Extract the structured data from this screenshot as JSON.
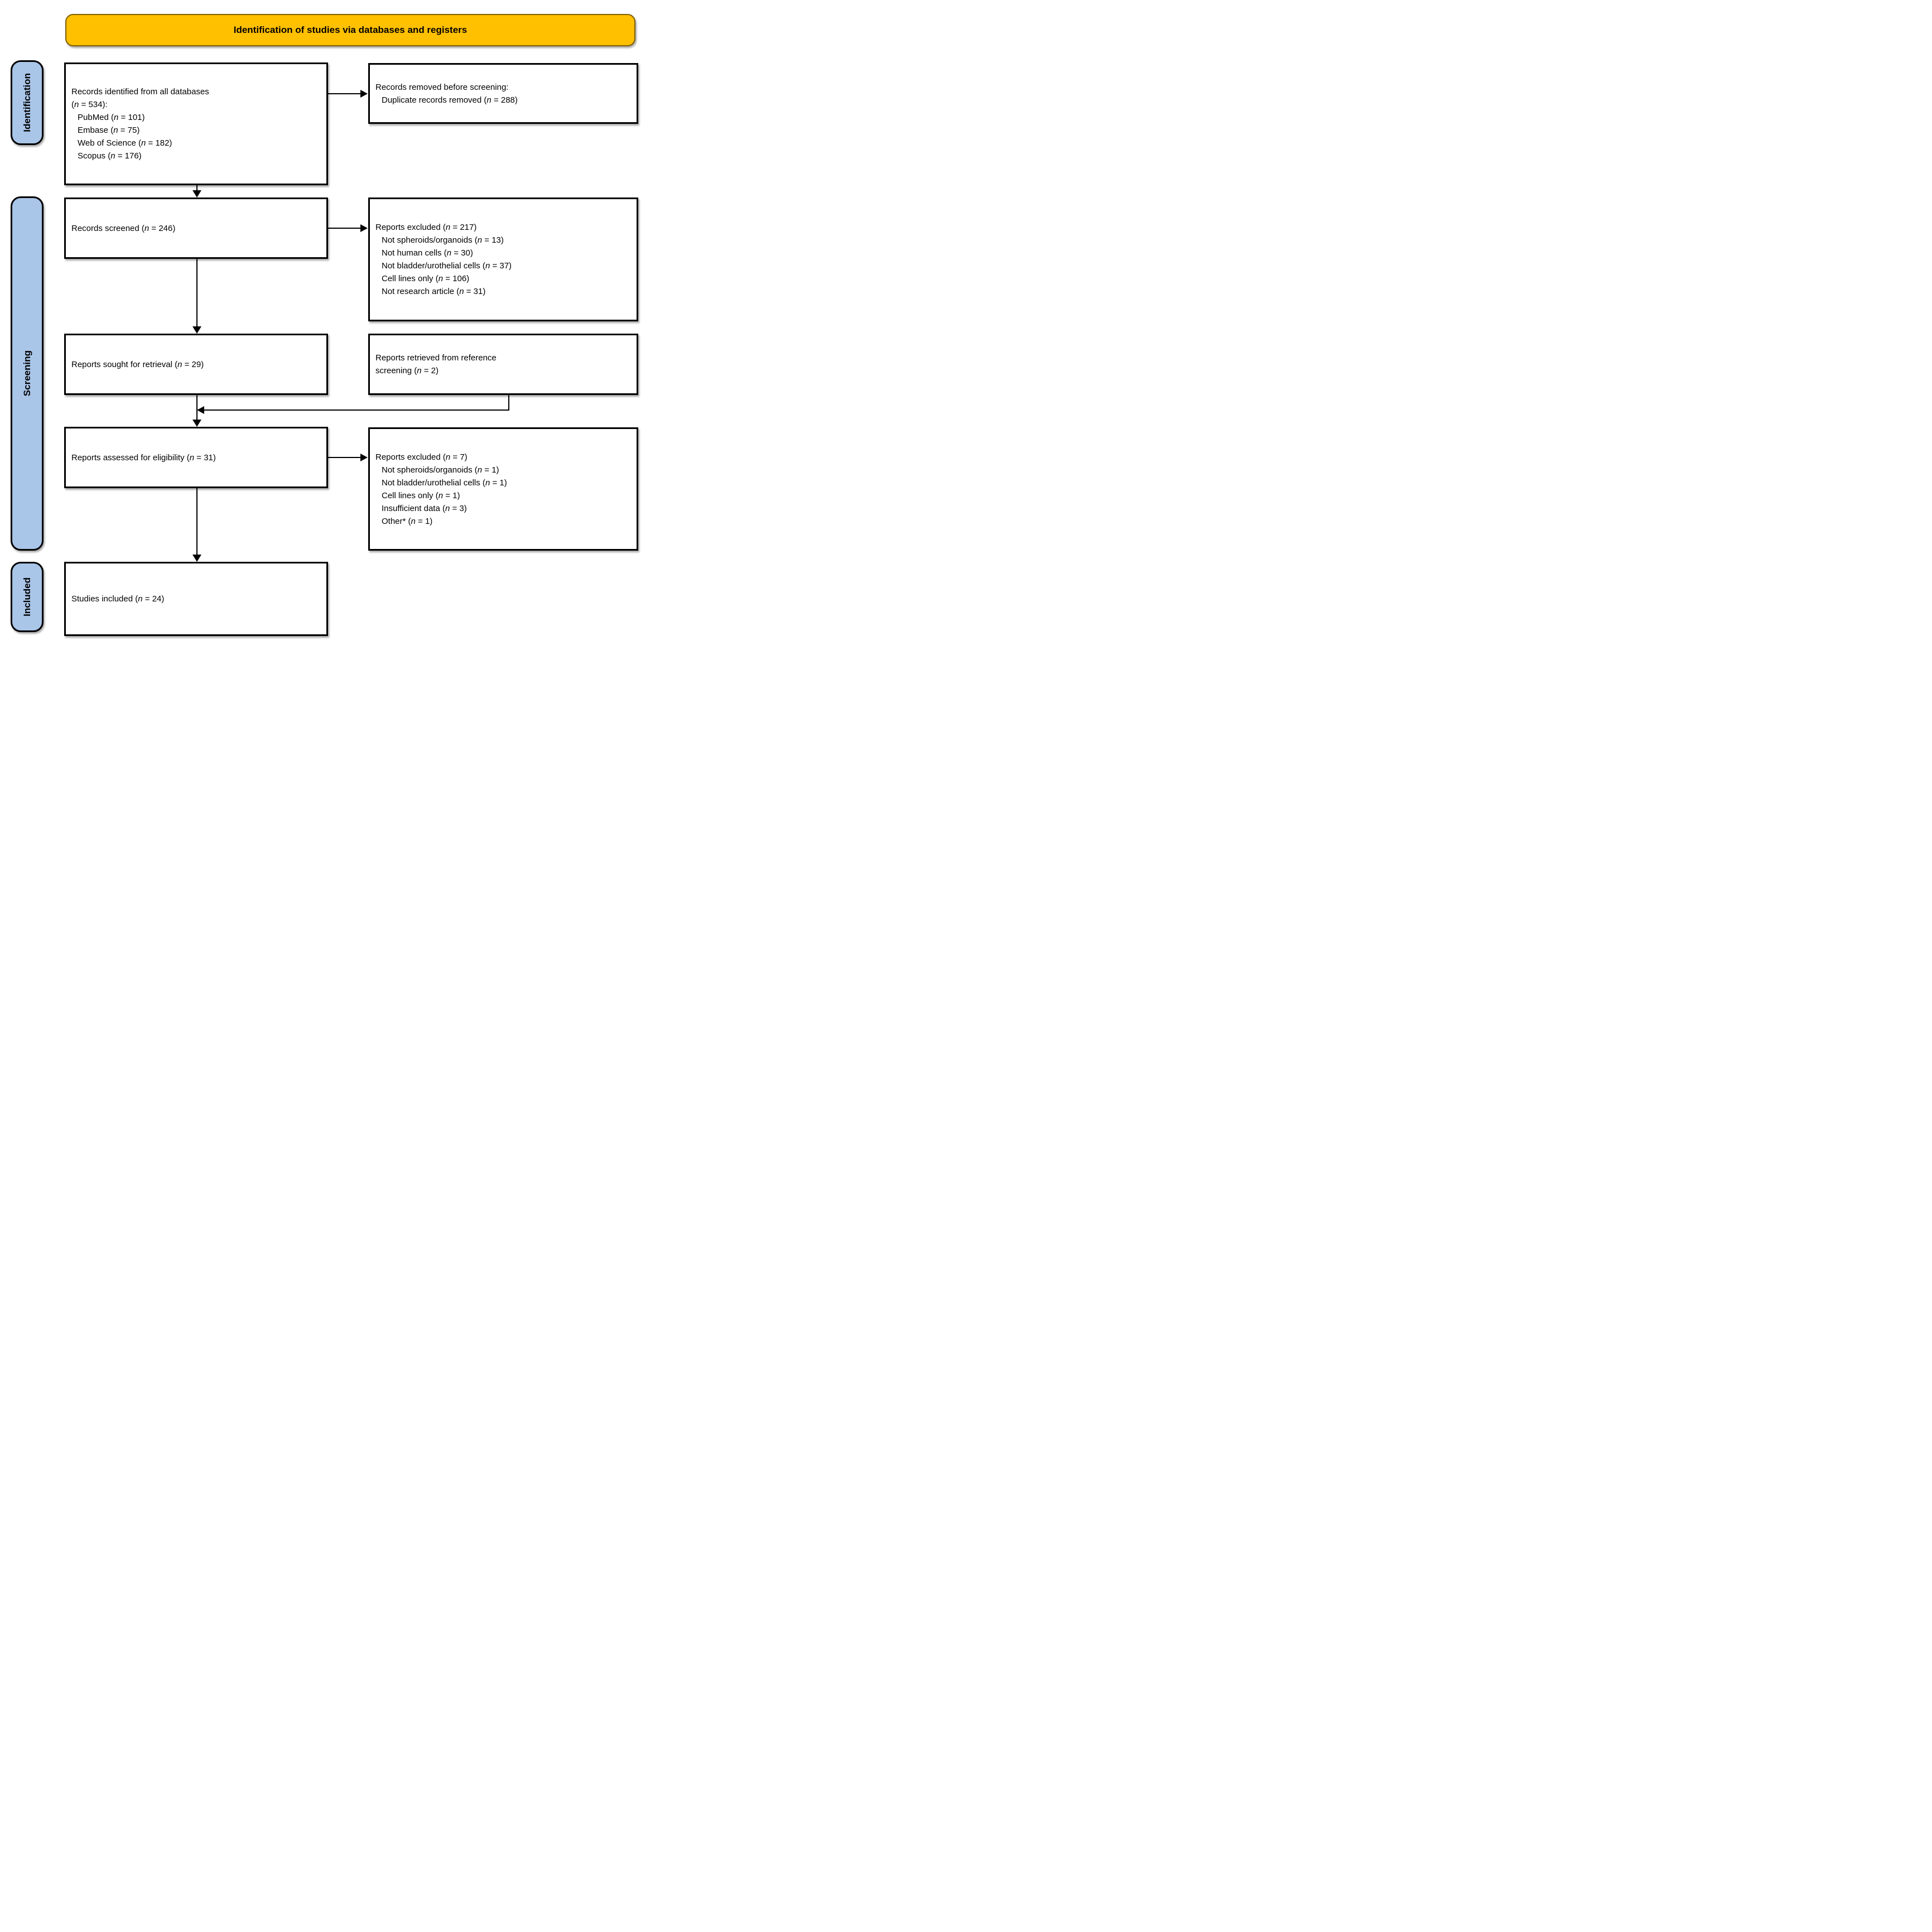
{
  "banner": {
    "title": "Identification of studies via databases and registers"
  },
  "sidebar": {
    "stages": [
      {
        "label": "Identification"
      },
      {
        "label": "Screening"
      },
      {
        "label": "Included"
      }
    ]
  },
  "boxes": {
    "records_identified": {
      "lines": [
        {
          "t": "Records identified from all databases"
        },
        {
          "t": "(n = 534):"
        },
        {
          "t": "PubMed (n = 101)",
          "ind": true
        },
        {
          "t": "Embase (n = 75)",
          "ind": true
        },
        {
          "t": "Web of Science (n = 182)",
          "ind": true
        },
        {
          "t": "Scopus (n = 176)",
          "ind": true
        }
      ]
    },
    "records_removed": {
      "lines": [
        {
          "t": "Records removed before screening:"
        },
        {
          "t": "Duplicate records removed (n = 288)",
          "ind": true
        }
      ]
    },
    "records_screened": {
      "lines": [
        {
          "t": "Records screened (n = 246)"
        }
      ]
    },
    "reports_excluded_screening": {
      "lines": [
        {
          "t": "Reports excluded (n = 217)"
        },
        {
          "t": "Not spheroids/organoids (n = 13)",
          "ind": true
        },
        {
          "t": "Not human cells (n = 30)",
          "ind": true
        },
        {
          "t": "Not bladder/urothelial cells (n = 37)",
          "ind": true
        },
        {
          "t": "Cell lines only (n = 106)",
          "ind": true
        },
        {
          "t": "Not research article (n = 31)",
          "ind": true
        }
      ]
    },
    "reports_sought": {
      "lines": [
        {
          "t": "Reports sought for retrieval (n = 29)"
        }
      ]
    },
    "reports_reference": {
      "lines": [
        {
          "t": "Reports retrieved from reference"
        },
        {
          "t": "screening (n = 2)"
        }
      ]
    },
    "reports_assessed": {
      "lines": [
        {
          "t": "Reports assessed for eligibility (n = 31)"
        }
      ]
    },
    "reports_excluded_eligibility": {
      "lines": [
        {
          "t": "Reports excluded (n = 7)"
        },
        {
          "t": "Not spheroids/organoids (n = 1)",
          "ind": true
        },
        {
          "t": "Not bladder/urothelial cells (n = 1)",
          "ind": true
        },
        {
          "t": "Cell lines only (n = 1)",
          "ind": true
        },
        {
          "t": "Insufficient data (n = 3)",
          "ind": true
        },
        {
          "t": "Other* (n = 1)",
          "ind": true
        }
      ]
    },
    "studies_included": {
      "lines": [
        {
          "t": "Studies included (n = 24)"
        }
      ]
    }
  },
  "colors": {
    "banner_fill": "#FFC000",
    "banner_border": "#7F6000",
    "stage_fill": "#A9C5E8",
    "box_border": "#000000",
    "background": "#FFFFFF"
  }
}
